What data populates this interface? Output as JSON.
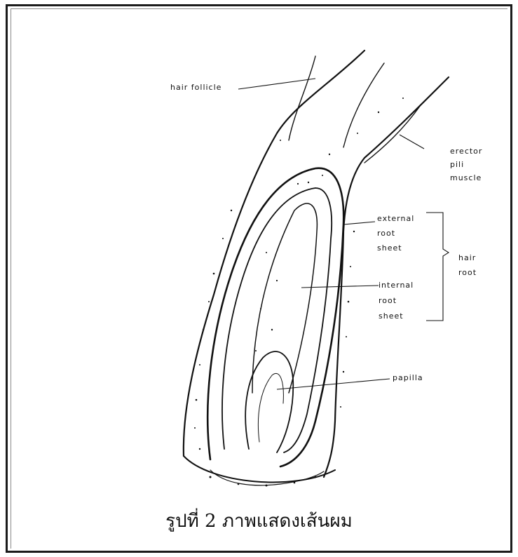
{
  "labels": {
    "hair_follicle": "hair follicle",
    "erector_1": "erector",
    "erector_2": "pili",
    "erector_3": "muscle",
    "external_1": "external",
    "external_2": "root",
    "external_3": "sheet",
    "internal_1": "internal",
    "internal_2": "root",
    "internal_3": "sheet",
    "hair_root_1": "hair",
    "hair_root_2": "root",
    "papilla": "papilla"
  },
  "caption": "รูปที่ 2 ภาพแสดงเส้นผม",
  "colors": {
    "ink": "#111111",
    "paper": "#ffffff"
  }
}
